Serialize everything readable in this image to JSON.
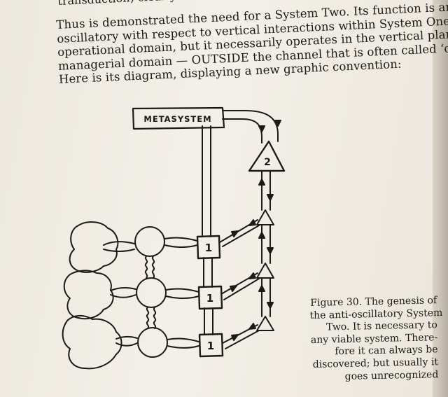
{
  "header_fragment": "transduction) clearly",
  "paragraph": [
    "Thus is demonstrated the need for a System Two. Its function is anti-",
    "oscillatory with respect to vertical interactions within System One in the",
    "operational domain, but it necessarily operates in the vertical plane of the",
    "managerial domain — OUTSIDE the channel that is often called ‘command’.",
    "Here is its diagram, displaying a new graphic convention:"
  ],
  "diagram": {
    "metasystem_label": "METASYSTEM",
    "system_two_label": "2",
    "operation_labels": [
      "1",
      "1",
      "1"
    ]
  },
  "caption": [
    "Figure 30. The genesis of",
    "the anti-oscillatory System",
    "Two. It is necessary to",
    "any viable system. There-",
    "fore it can always be",
    "discovered; but usually it",
    "goes unrecognized"
  ]
}
